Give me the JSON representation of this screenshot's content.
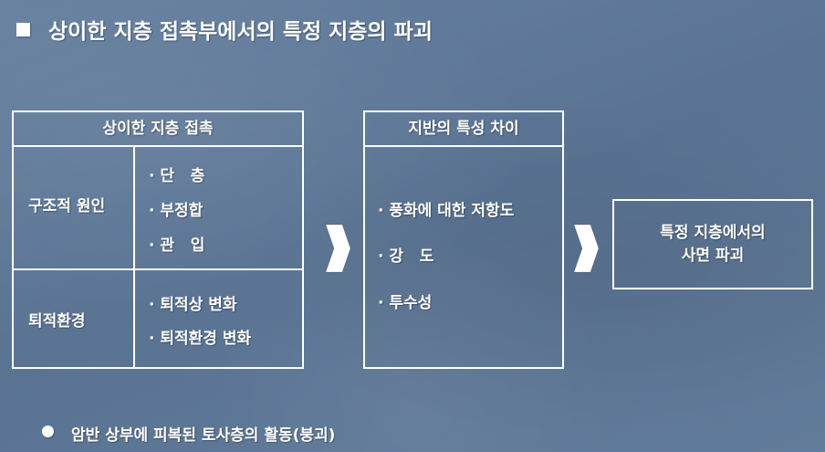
{
  "title": "상이한 지층 접촉부에서의 특정 지층의 파괴",
  "box1": {
    "header": "상이한 지층 접촉",
    "rows": [
      {
        "label": "구조적 원인",
        "items": [
          "· 단   층",
          "· 부정합",
          "· 관   입"
        ]
      },
      {
        "label": "퇴적환경",
        "items": [
          "· 퇴적상 변화",
          "· 퇴적환경 변화"
        ]
      }
    ]
  },
  "box2": {
    "header": "지반의 특성 차이",
    "items": [
      "· 풍화에 대한 저항도",
      "· 강   도",
      "· 투수성"
    ]
  },
  "box3": {
    "line1": "특정 지층에서의",
    "line2": "사면 파괴"
  },
  "bottom": {
    "text": "암반 상부에 피복된 토사층의 활동(붕괴)"
  },
  "colors": {
    "background": "#5f7896",
    "foreground": "#ffffff"
  },
  "icons": {
    "title_bullet": "square-bullet-icon",
    "arrows": "chevron-arrow-icon",
    "bottom_bullet": "circle-bullet-icon"
  }
}
